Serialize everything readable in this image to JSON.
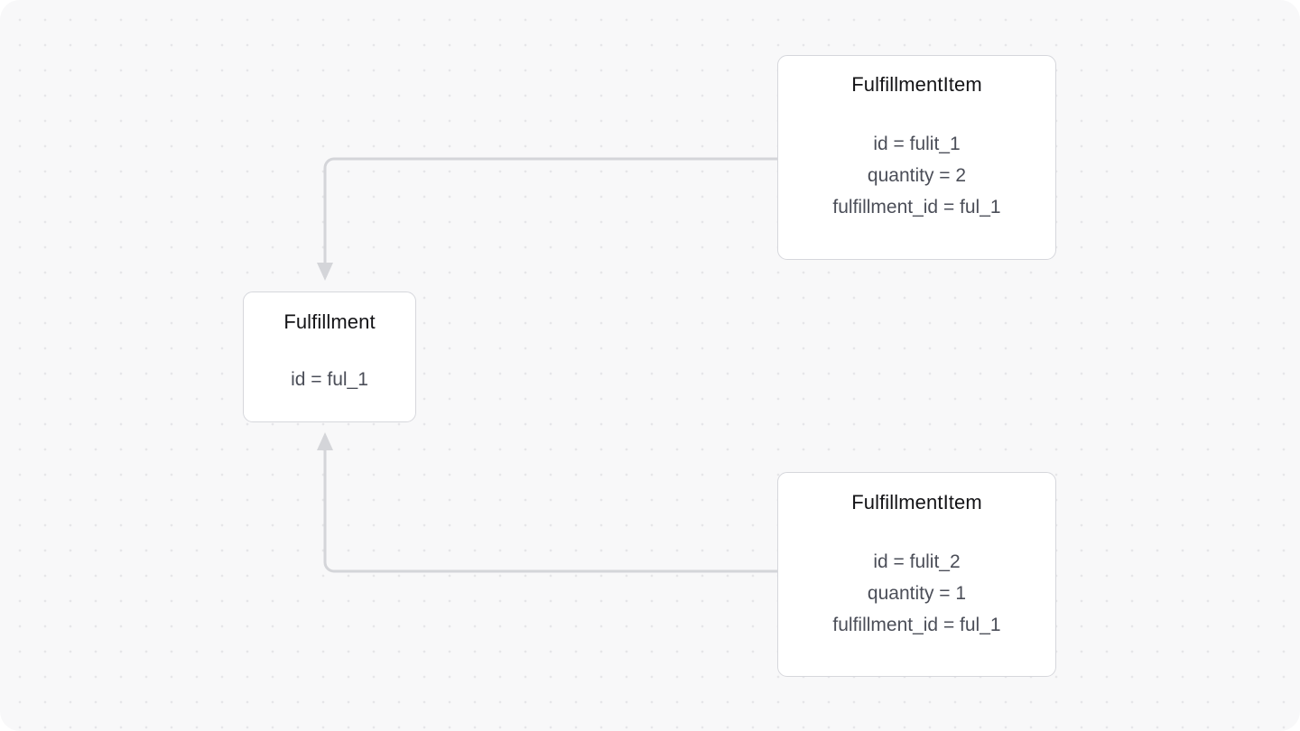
{
  "canvas": {
    "background_color": "#f8f8f9",
    "page_color": "#ffffff",
    "grid_dot_color": "#e6e6e9",
    "corner_radius": "22px"
  },
  "diagram": {
    "type": "object-relationship-diagram",
    "edge_color": "#d4d5d9",
    "node_border_color": "#d6d7dc",
    "node_fill_color": "#ffffff",
    "title_color": "#131316",
    "attribute_color": "#4b4e58",
    "nodes": [
      {
        "id": "fulfillmentitem-top",
        "title": "FulfillmentItem",
        "attributes": [
          "id = fulit_1",
          "quantity = 2",
          "fulfillment_id = ful_1"
        ]
      },
      {
        "id": "fulfillment",
        "title": "Fulfillment",
        "attributes": [
          "id = ful_1"
        ]
      },
      {
        "id": "fulfillmentitem-bottom",
        "title": "FulfillmentItem",
        "attributes": [
          "id = fulit_2",
          "quantity = 1",
          "fulfillment_id = ful_1"
        ]
      }
    ],
    "edges": [
      {
        "id": "edge-top",
        "from": "fulfillmentitem-top",
        "to": "fulfillment",
        "arrow": "down-into-target-top"
      },
      {
        "id": "edge-bottom",
        "from": "fulfillmentitem-bottom",
        "to": "fulfillment",
        "arrow": "up-into-target-bottom"
      }
    ]
  }
}
